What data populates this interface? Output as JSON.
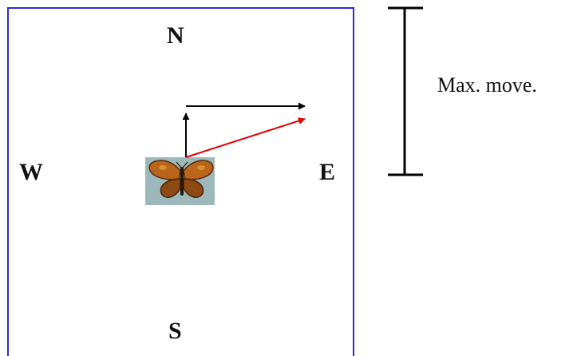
{
  "compass": {
    "north": "N",
    "south": "S",
    "west": "W",
    "east": "E"
  },
  "scale_bar": {
    "label": "Max. move."
  },
  "colors": {
    "frame": "#2b2bd9",
    "component_arrows": "#000000",
    "resultant_arrow": "#e00000",
    "ink": "#111111"
  },
  "icons": {
    "butterfly": "butterfly-icon"
  }
}
